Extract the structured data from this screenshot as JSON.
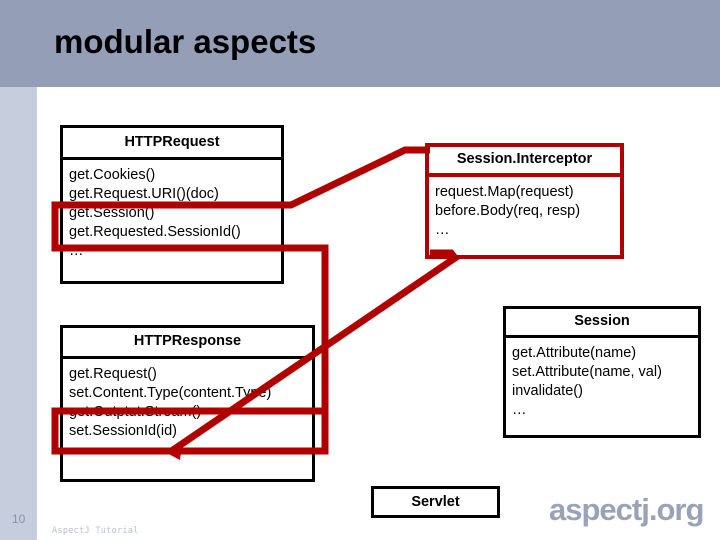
{
  "slide": {
    "title": "modular aspects",
    "page_number": "10",
    "footer_note": "AspectJ Tutorial",
    "brand": "aspectj.org",
    "colors": {
      "header_band": "#949fb7",
      "left_strip": "#c6cddd",
      "highlight_red": "#b00000",
      "box_border": "#000000",
      "brand_text": "#99a2b6"
    }
  },
  "boxes": {
    "httprequest": {
      "title": "HTTPRequest",
      "members": [
        "get.Cookies()",
        "get.Request.URI()(doc)",
        "get.Session()",
        "get.Requested.SessionId()",
        "…"
      ]
    },
    "sessioninterceptor": {
      "title": "Session.Interceptor",
      "members": [
        "request.Map(request)",
        "before.Body(req, resp)",
        "…"
      ]
    },
    "httpresponse": {
      "title": "HTTPResponse",
      "members": [
        "get.Request()",
        "set.Content.Type(content.Type)",
        "get.Outptut.Stream()",
        "set.SessionId(id)",
        "…"
      ]
    },
    "session": {
      "title": "Session",
      "members": [
        "get.Attribute(name)",
        "set.Attribute(name, val)",
        "invalidate()",
        "…"
      ]
    },
    "servlet": {
      "title": "Servlet"
    }
  },
  "highlight": {
    "name": "session-crosscut-highlight",
    "description": "red polyline connecting session-related members across classes"
  }
}
